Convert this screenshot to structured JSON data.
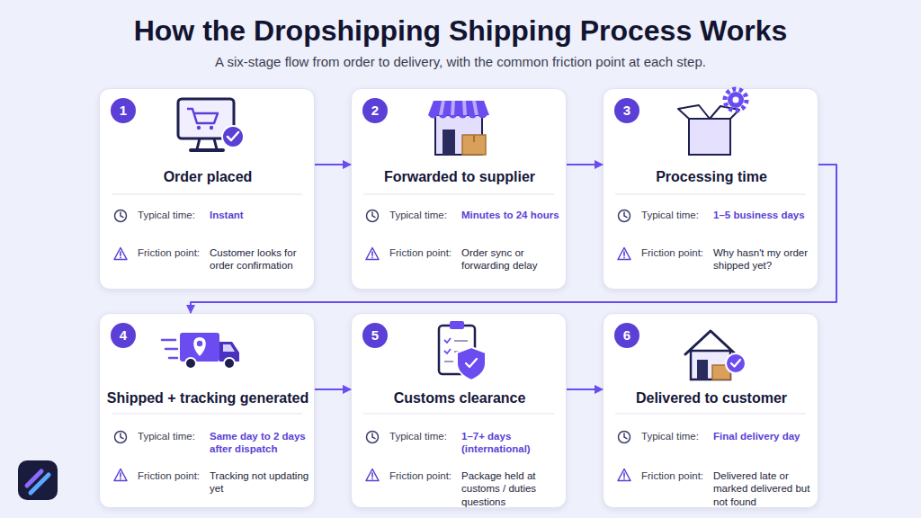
{
  "diagram": {
    "title": "How the Dropshipping Shipping Process Works",
    "nodes": [
      {
        "text": [
          "1",
          "Order placed",
          "Typical time:",
          "Instant",
          "Friction point:",
          "Customer looks for order confirmation"
        ]
      },
      {
        "text": [
          "2",
          "Forwarded to supplier",
          "Typical time:",
          "Minutes to 24 hours",
          "Friction point:",
          "Order sync or forwarding delay"
        ]
      },
      {
        "text": [
          "3",
          "Processing time",
          "Typical time:",
          "1–5 business days",
          "Friction point:",
          "Why hasn't my order shipped yet?"
        ]
      },
      {
        "text": [
          "4",
          "Shipped + tracking generated",
          "Typical time:",
          "Same day to 2 days after dispatch",
          "Friction point:",
          "Tracking not updating yet"
        ]
      },
      {
        "text": [
          "5",
          "Customs clearance",
          "Typical time:",
          "1–7+ days (international)",
          "Friction point:",
          "Package held at customs / duties questions"
        ]
      },
      {
        "text": [
          "6",
          "Delivered to customer",
          "Typical time:",
          "Final delivery day",
          "Friction point:",
          "Delivered late or marked delivered but not found"
        ]
      }
    ],
    "edges": [
      {
        "from": 0,
        "to": 1,
        "arrow": "to"
      },
      {
        "from": 1,
        "to": 2,
        "arrow": "to"
      },
      {
        "from": 2,
        "to": 3,
        "arrow": "to"
      },
      {
        "from": 3,
        "to": 4,
        "arrow": "to"
      },
      {
        "from": 4,
        "to": 5,
        "arrow": "to"
      }
    ],
    "labels": [
      "A six-stage flow from order to delivery, with the common friction point at each step."
    ]
  }
}
